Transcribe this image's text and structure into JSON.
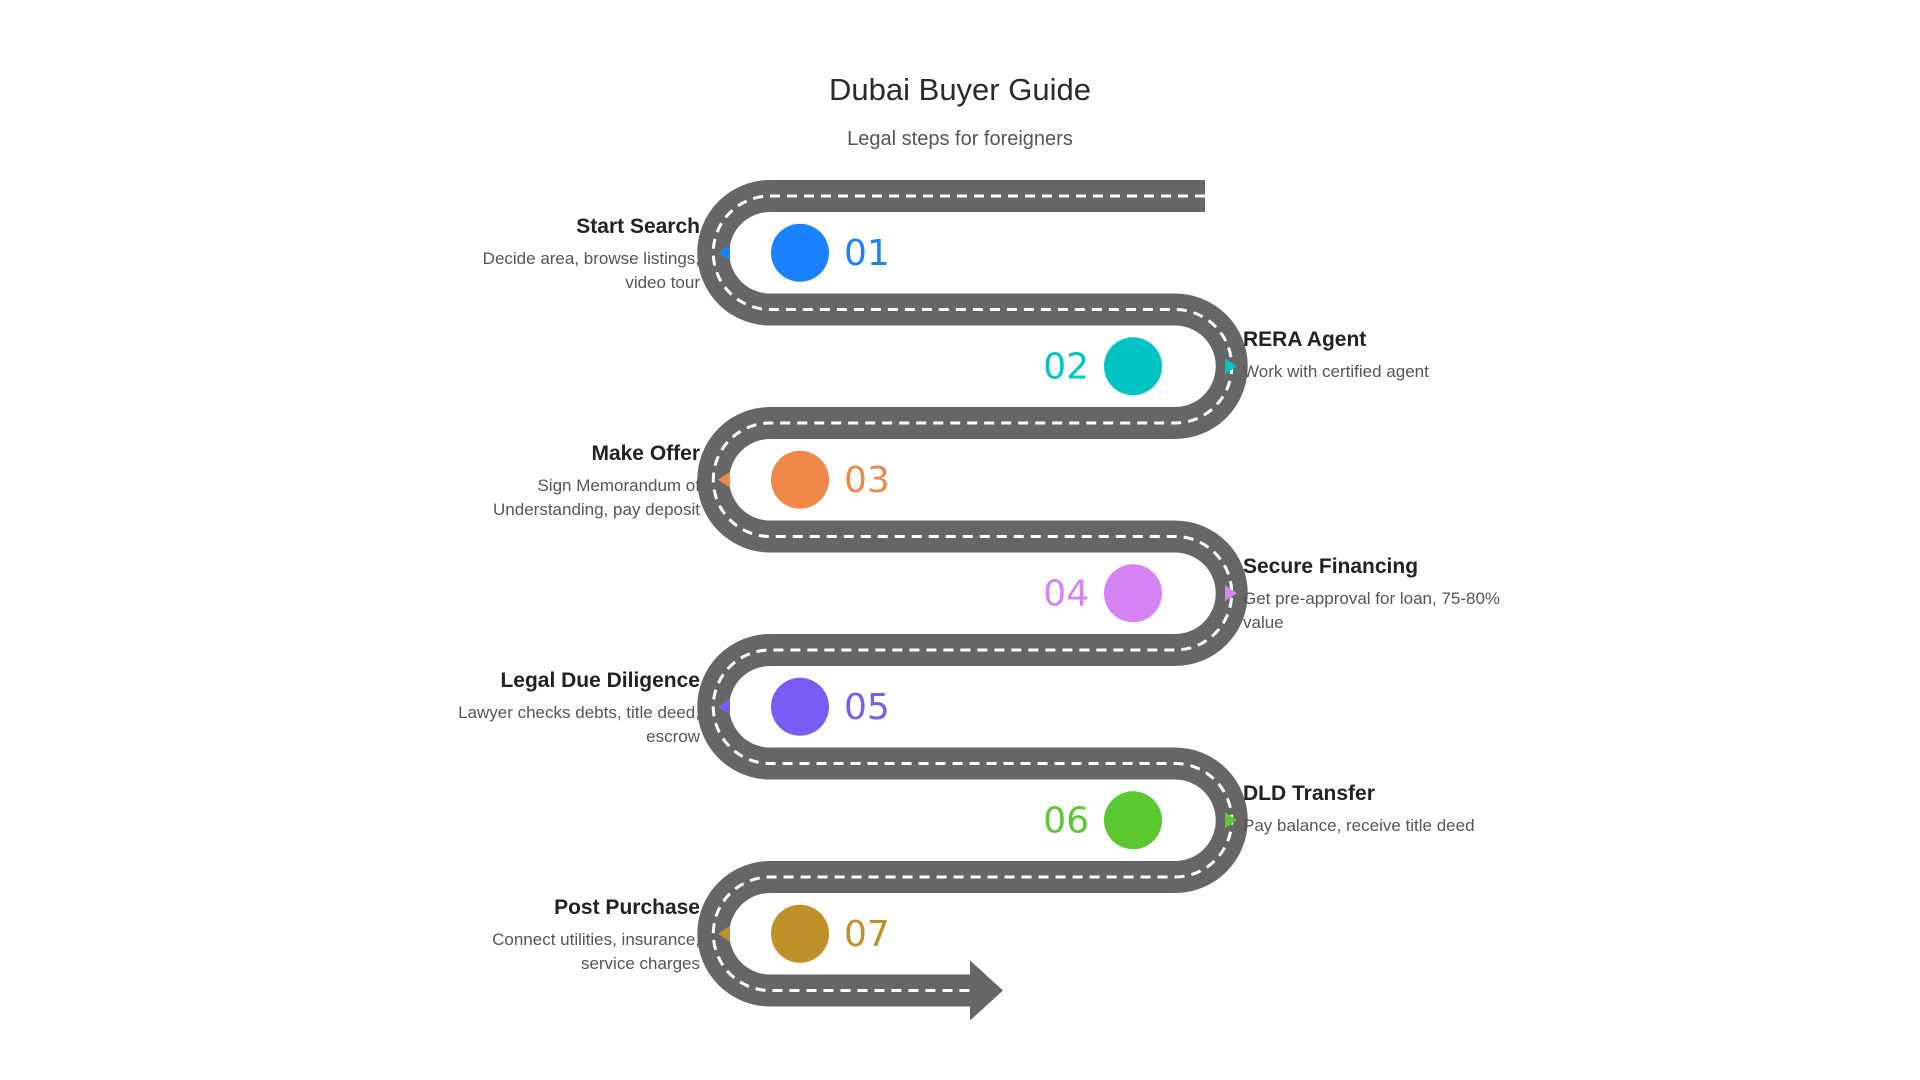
{
  "title": "Dubai Buyer Guide",
  "subtitle": "Legal steps for foreigners",
  "colors": {
    "road": "#666666",
    "dash": "#ffffff"
  },
  "steps": [
    {
      "num": "01",
      "title": "Start Search",
      "desc": "Decide area, browse listings, video tour",
      "color": "#1a82ff",
      "side": "left"
    },
    {
      "num": "02",
      "title": "RERA Agent",
      "desc": "Work with certified agent",
      "color": "#00c4c4",
      "side": "right"
    },
    {
      "num": "03",
      "title": "Make Offer",
      "desc": "Sign Memorandum of Understanding, pay deposit",
      "color": "#f0884a",
      "side": "left"
    },
    {
      "num": "04",
      "title": "Secure Financing",
      "desc": "Get pre-approval for loan, 75-80% value",
      "color": "#d583f2",
      "side": "right"
    },
    {
      "num": "05",
      "title": "Legal Due Diligence",
      "desc": "Lawyer checks debts, title deed, escrow",
      "color": "#7a5cf5",
      "side": "left"
    },
    {
      "num": "06",
      "title": "DLD Transfer",
      "desc": "Pay balance, receive title deed",
      "color": "#5bc832",
      "side": "right"
    },
    {
      "num": "07",
      "title": "Post Purchase",
      "desc": "Connect utilities, insurance, service charges",
      "color": "#c09028",
      "side": "left"
    }
  ]
}
